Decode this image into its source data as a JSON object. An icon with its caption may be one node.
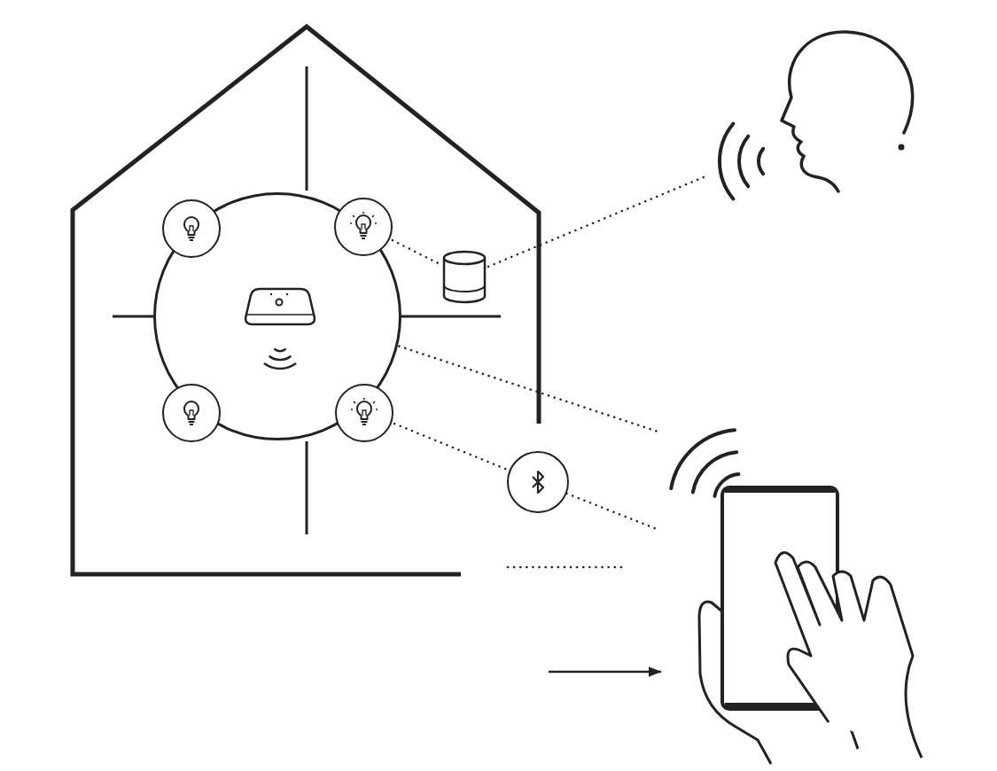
{
  "diagram": {
    "nodes": [
      {
        "text": [],
        "shape": "house"
      },
      {
        "text": [],
        "shape": "circle",
        "in": 0
      },
      {
        "text": [],
        "shape": "circle",
        "in": 1
      },
      {
        "text": [],
        "shape": "circle",
        "in": 1
      },
      {
        "text": [],
        "shape": "circle",
        "in": 1
      },
      {
        "text": [],
        "shape": "circle",
        "in": 1
      },
      {
        "text": [],
        "shape": "picture",
        "in": 1
      },
      {
        "text": [],
        "shape": "cylinder",
        "in": 0
      },
      {
        "text": [],
        "shape": "person"
      },
      {
        "text": [],
        "shape": "circle"
      },
      {
        "text": [],
        "shape": "picture"
      }
    ],
    "edges": [
      {
        "from": 3,
        "to": 7,
        "arrow": "none",
        "style": "dashed"
      },
      {
        "from": 7,
        "to": 8,
        "arrow": "none",
        "style": "dashed"
      },
      {
        "from": 6,
        "to": 10,
        "arrow": "none",
        "style": "dashed"
      },
      {
        "from": 5,
        "to": 9,
        "arrow": "none",
        "style": "dashed"
      },
      {
        "from": 9,
        "to": 10,
        "arrow": "none",
        "style": "dashed"
      },
      {
        "from": null,
        "to": 10,
        "arrow": "to"
      }
    ]
  }
}
